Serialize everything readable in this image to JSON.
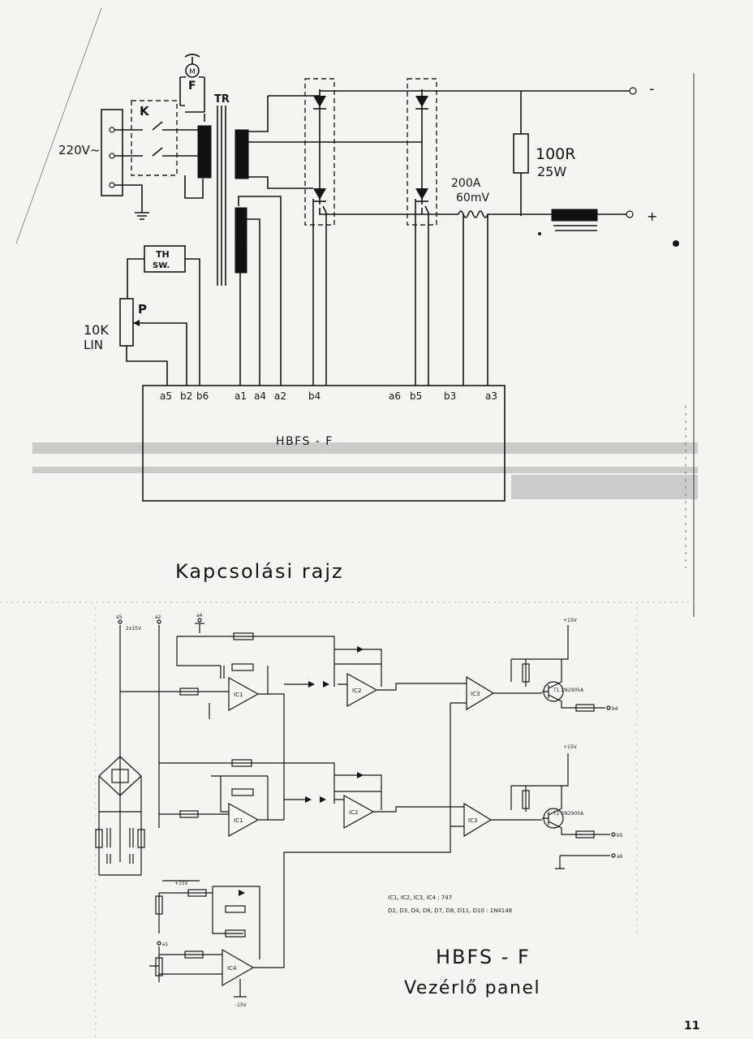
{
  "top_diagram": {
    "title": "Kapcsolási rajz",
    "mains_label": "220V~",
    "switch_label": "K",
    "fan_label": "F",
    "fan_symbol": "M",
    "transformer_label": "TR",
    "thermal_switch_label_1": "TH",
    "thermal_switch_label_2": "SW.",
    "pot_label": "P",
    "pot_value_1": "10K",
    "pot_value_2": "LIN",
    "resistor_value_1": "100R",
    "resistor_value_2": "25W",
    "shunt_value_1": "200A",
    "shunt_value_2": "60mV",
    "output_minus": "-",
    "output_plus": "+",
    "module_label": "HBFS - F",
    "pins": [
      "a5",
      "b2",
      "b6",
      "a1",
      "a4",
      "a2",
      "b4",
      "a6",
      "b5",
      "b3",
      "a3"
    ]
  },
  "bottom_diagram": {
    "title_line1": "HBFS - F",
    "title_line2": "Vezérlő panel",
    "ic_labels": [
      "IC1",
      "IC2",
      "IC3",
      "IC1",
      "IC2",
      "IC3",
      "IC4"
    ],
    "supply_labels": [
      "+15V",
      "+15V",
      "+15V",
      "-15V",
      "2x15V"
    ],
    "terminal_labels": [
      "a5",
      "a2",
      "a4",
      "b4",
      "b5",
      "a6",
      "a1"
    ],
    "transistor_labels": [
      "T1 2N2905A",
      "T2 2N2905A"
    ],
    "parts_note_1": "IC1, IC2, IC3, IC4 : 747",
    "parts_note_2": "D2, D3, D4, D6, D7, D8, D11, D10 : 1N4148",
    "page_number": "11"
  }
}
